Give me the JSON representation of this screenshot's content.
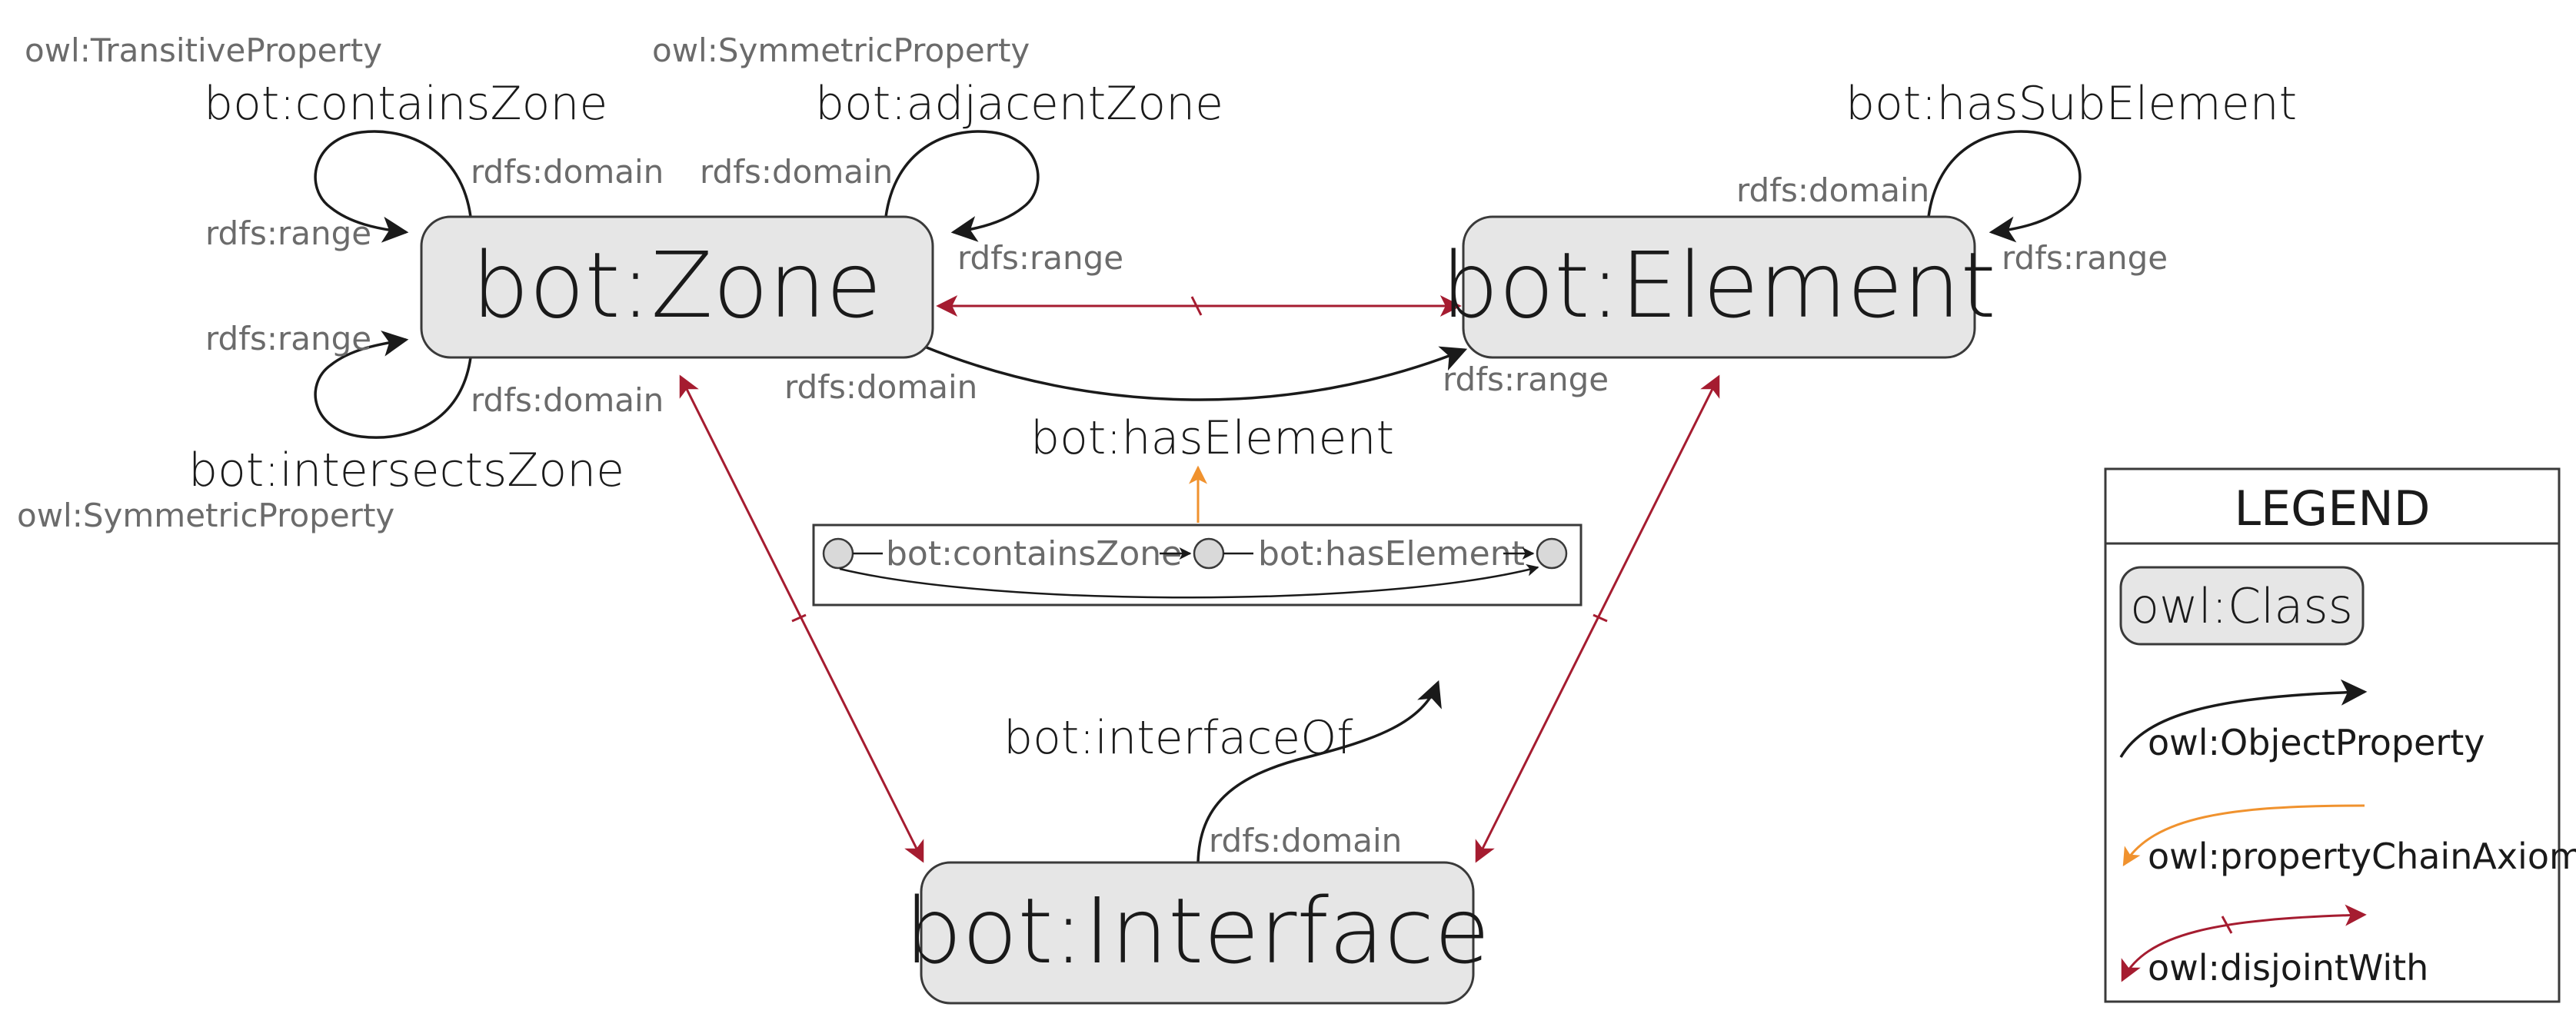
{
  "classes": {
    "zone": "bot:Zone",
    "element": "bot:Element",
    "interface": "bot:Interface"
  },
  "properties": {
    "contains_zone": "bot:containsZone",
    "adjacent_zone": "bot:adjacentZone",
    "intersects_zone": "bot:intersectsZone",
    "has_sub_element": "bot:hasSubElement",
    "has_element": "bot:hasElement",
    "interface_of": "bot:interfaceOf"
  },
  "characteristics": {
    "contains_zone": "owl:TransitiveProperty",
    "adjacent_zone": "owl:SymmetricProperty",
    "intersects_zone": "owl:SymmetricProperty"
  },
  "annotations": {
    "domain": "rdfs:domain",
    "range": "rdfs:range"
  },
  "chain": {
    "step1": "bot:containsZone",
    "step2": "bot:hasElement"
  },
  "legend": {
    "title": "LEGEND",
    "class": "owl:Class",
    "object_property": "owl:ObjectProperty",
    "property_chain": "owl:propertyChainAxiom",
    "disjoint_with": "owl:disjointWith"
  },
  "colors": {
    "edge": "#1a1a1a",
    "disjoint": "#a51c30",
    "chain": "#f0922e",
    "class_fill": "#e6e6e6"
  }
}
